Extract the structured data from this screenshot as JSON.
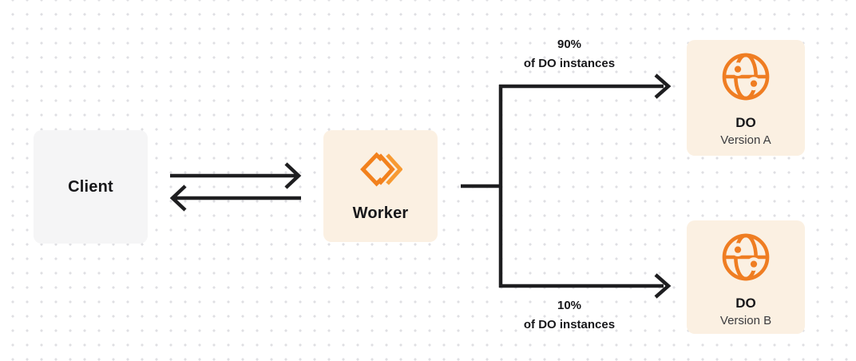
{
  "diagram": {
    "nodes": {
      "client": {
        "label": "Client"
      },
      "worker": {
        "label": "Worker",
        "icon": "cloudflare-workers-icon"
      },
      "do_a": {
        "title": "DO",
        "subtitle": "Version A",
        "icon": "durable-object-globe-icon"
      },
      "do_b": {
        "title": "DO",
        "subtitle": "Version B",
        "icon": "durable-object-globe-icon"
      }
    },
    "edges": {
      "client_worker": {
        "description": "bidirectional request/response arrows"
      },
      "worker_to_do_a": {
        "percent": "90%",
        "caption": "of DO instances"
      },
      "worker_to_do_b": {
        "percent": "10%",
        "caption": "of DO instances"
      }
    },
    "colors": {
      "accent_orange": "#F2811D",
      "accent_orange_light": "#F79A33",
      "globe_orange": "#EF7D22",
      "card_cream": "#FBF0E2",
      "card_gray": "#F5F5F6",
      "arrow_line": "#1E1E20",
      "text_dark": "#17171A",
      "text_subtitle": "#3C3C3F",
      "background_dot": "#DFDFE3"
    }
  }
}
